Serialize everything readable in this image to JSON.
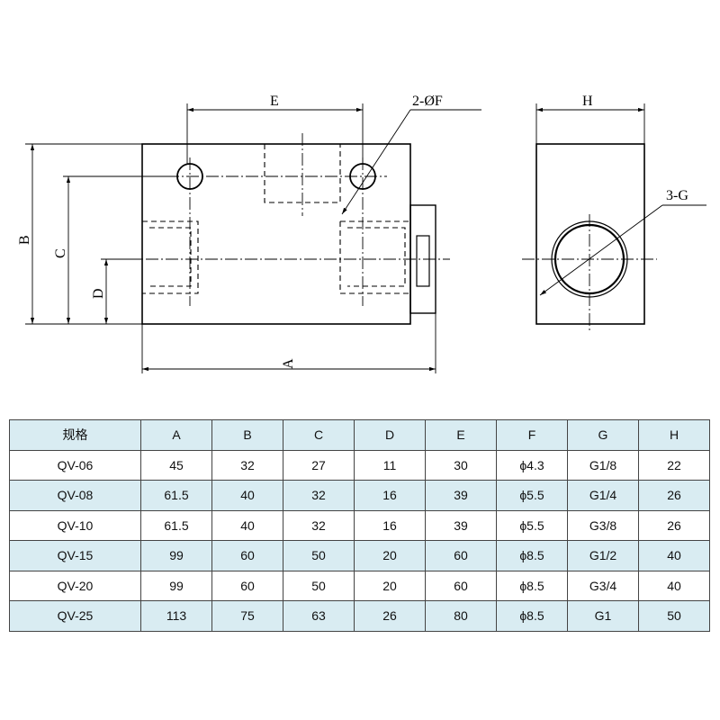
{
  "drawing": {
    "labels": {
      "E": "E",
      "B": "B",
      "C": "C",
      "D": "D",
      "A": "A",
      "F": "2-ØF",
      "H": "H",
      "G": "3-G"
    }
  },
  "table": {
    "headers": [
      "规格",
      "A",
      "B",
      "C",
      "D",
      "E",
      "F",
      "G",
      "H"
    ],
    "rows": [
      [
        "QV-06",
        "45",
        "32",
        "27",
        "11",
        "30",
        "ϕ4.3",
        "G1/8",
        "22"
      ],
      [
        "QV-08",
        "61.5",
        "40",
        "32",
        "16",
        "39",
        "ϕ5.5",
        "G1/4",
        "26"
      ],
      [
        "QV-10",
        "61.5",
        "40",
        "32",
        "16",
        "39",
        "ϕ5.5",
        "G3/8",
        "26"
      ],
      [
        "QV-15",
        "99",
        "60",
        "50",
        "20",
        "60",
        "ϕ8.5",
        "G1/2",
        "40"
      ],
      [
        "QV-20",
        "99",
        "60",
        "50",
        "20",
        "60",
        "ϕ8.5",
        "G3/4",
        "40"
      ],
      [
        "QV-25",
        "113",
        "75",
        "63",
        "26",
        "80",
        "ϕ8.5",
        "G1",
        "50"
      ]
    ]
  }
}
